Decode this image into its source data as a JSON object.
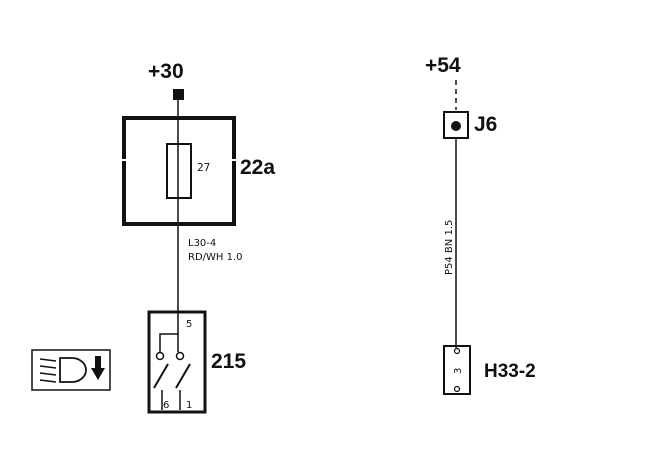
{
  "supply_left": "+30",
  "supply_right": "+54",
  "fuse_box": {
    "id": "22a",
    "fuse_number": "27"
  },
  "wire_left": {
    "code": "L30-4",
    "spec": "RD/WH 1.0"
  },
  "switch": {
    "id": "215",
    "pin_top": "5",
    "pin_left": "6",
    "pin_right": "1"
  },
  "junction": {
    "id": "J6"
  },
  "wire_right": {
    "code": "P54 BN 1.5"
  },
  "connector": {
    "id": "H33-2",
    "pin": "3"
  },
  "headlight_symbol": {
    "icon": "headlight-low-beam-icon"
  }
}
